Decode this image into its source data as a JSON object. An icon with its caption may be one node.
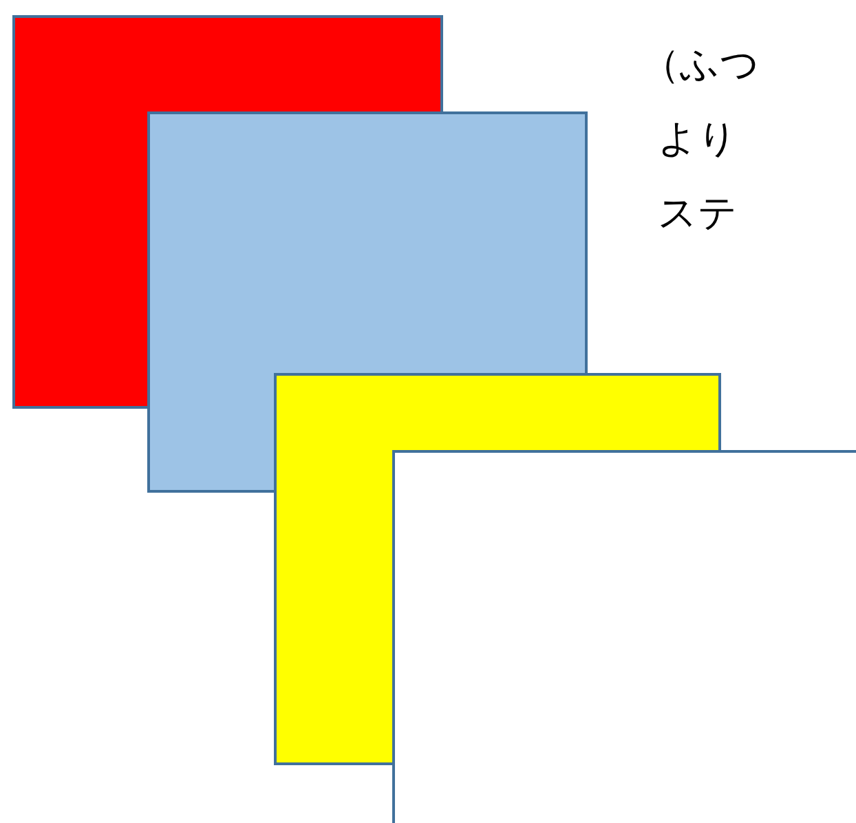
{
  "diagram": {
    "nodes": [
      {
        "text": [],
        "shape": "box"
      },
      {
        "text": [],
        "shape": "box"
      },
      {
        "text": [],
        "shape": "box"
      },
      {
        "text": [],
        "shape": "box"
      }
    ],
    "labels": [
      "（ふつ",
      "より",
      "ステ"
    ]
  }
}
